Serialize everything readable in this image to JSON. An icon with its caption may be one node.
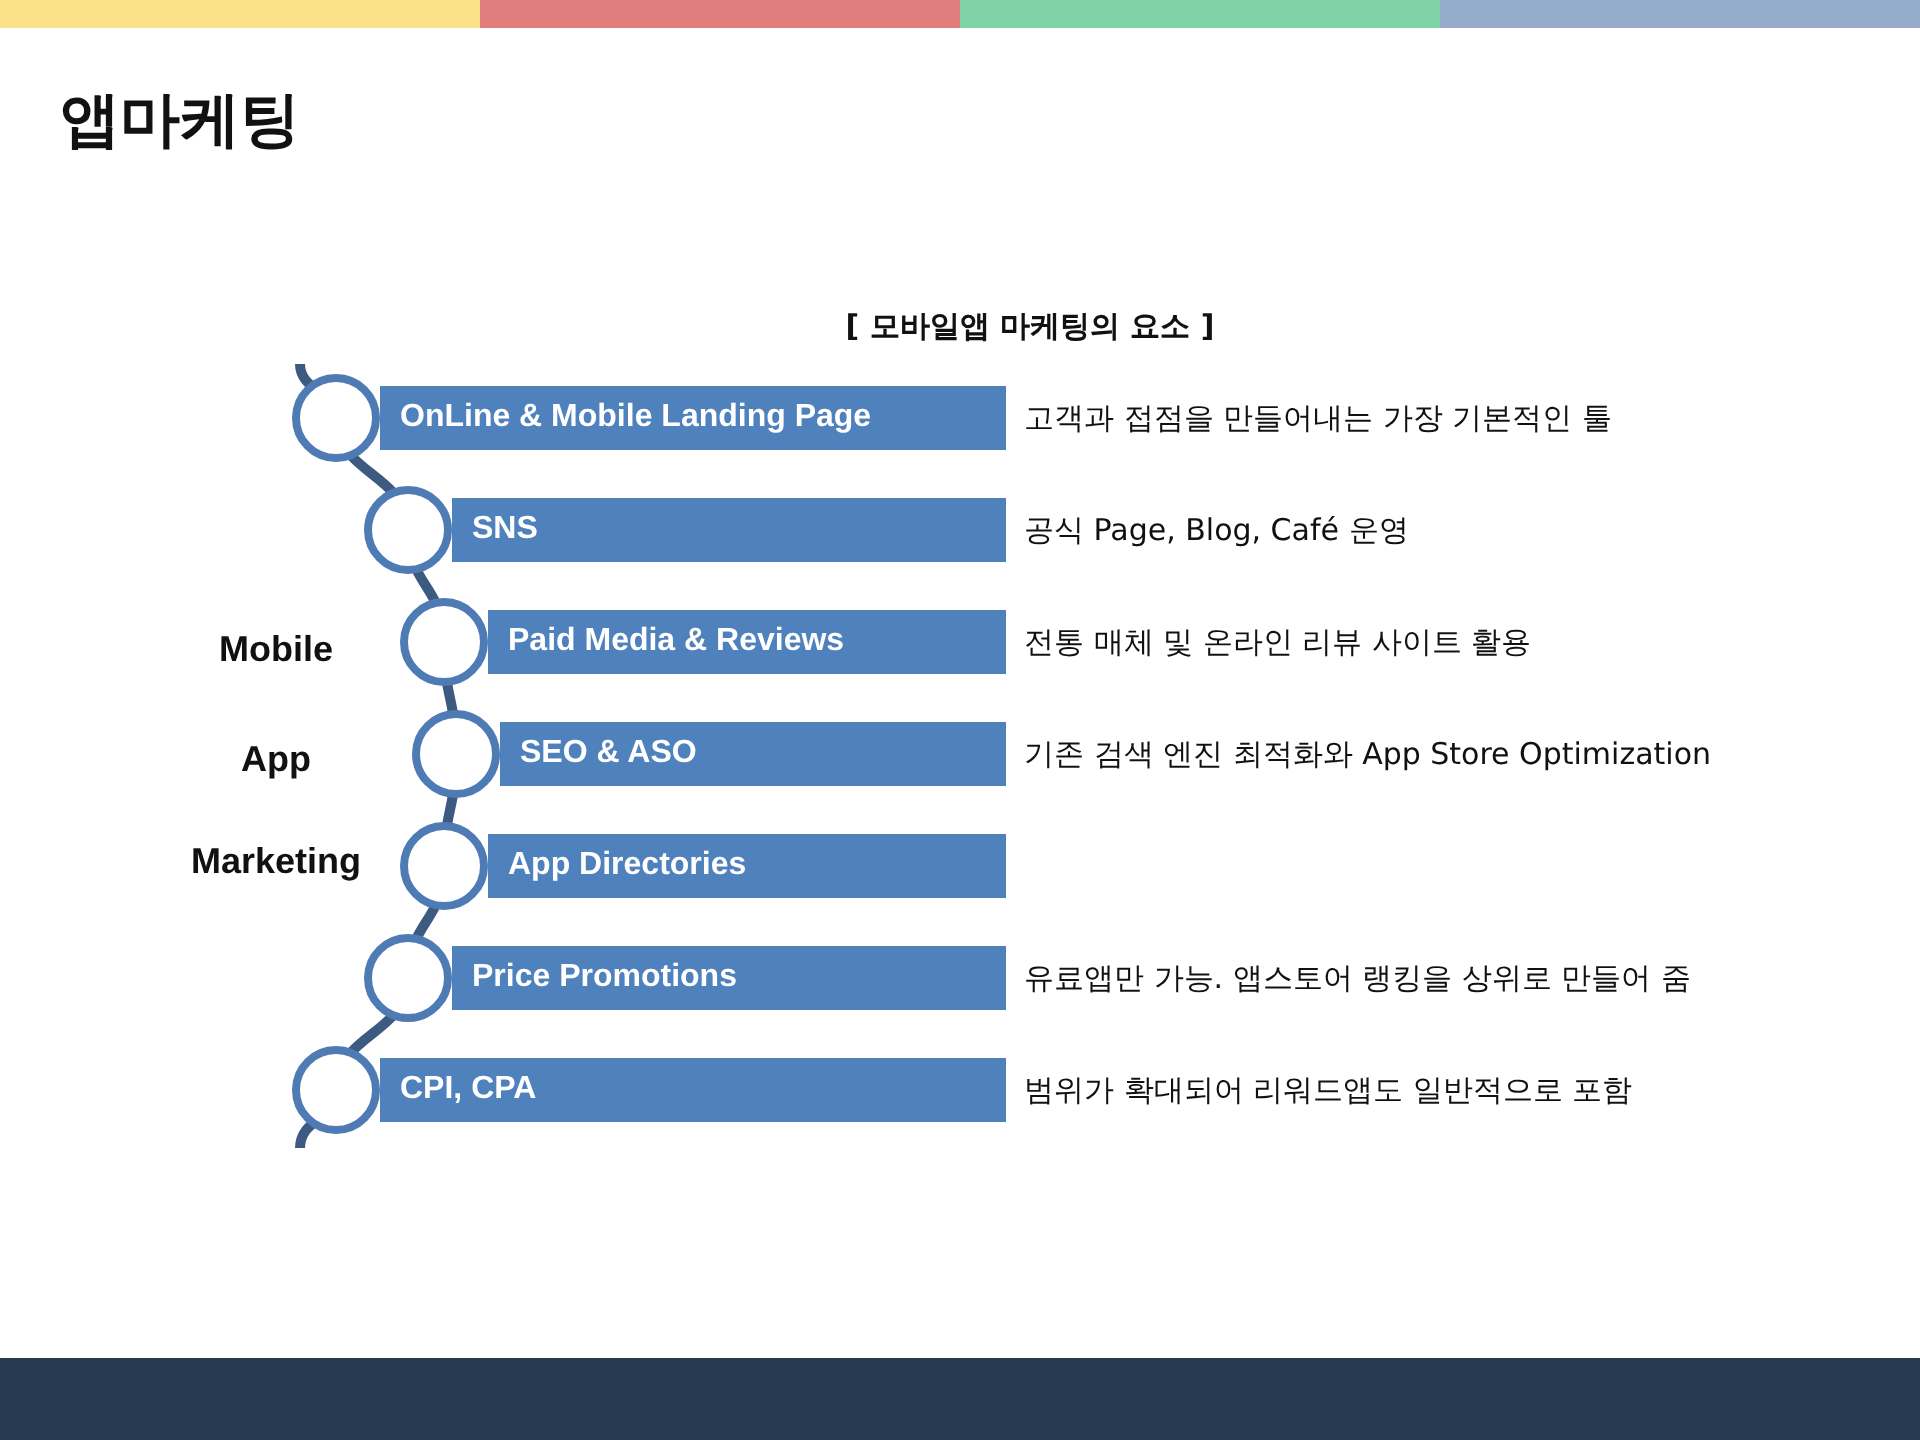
{
  "diagram": {
    "title": "앱마케팅",
    "nodes": [
      {
        "text": [
          "OnLine & Mobile Landing Page"
        ],
        "beside": [
          "고객과 접점을 만들어내는 가장 기본적인 툴"
        ]
      },
      {
        "text": [
          "SNS"
        ],
        "beside": [
          "공식 Page, Blog, Café 운영"
        ]
      },
      {
        "text": [
          "Paid Media & Reviews"
        ],
        "beside": [
          "전통 매체 및 온라인 리뷰 사이트 활용"
        ]
      },
      {
        "text": [
          "SEO & ASO"
        ],
        "beside": [
          "기존 검색 엔진 최적화와 App Store Optimization"
        ]
      },
      {
        "text": [
          "App Directories"
        ]
      },
      {
        "text": [
          "Price Promotions"
        ],
        "beside": [
          "유료앱만 가능. 앱스토어 랭킹을 상위로 만들어 줌"
        ]
      },
      {
        "text": [
          "CPI, CPA"
        ],
        "beside": [
          "범위가 확대되어 리워드앱도 일반적으로 포함"
        ]
      }
    ],
    "labels": [
      "[ 모바일앱 마케팅의 요소 ]",
      "Mobile",
      "App",
      "Marketing"
    ]
  }
}
